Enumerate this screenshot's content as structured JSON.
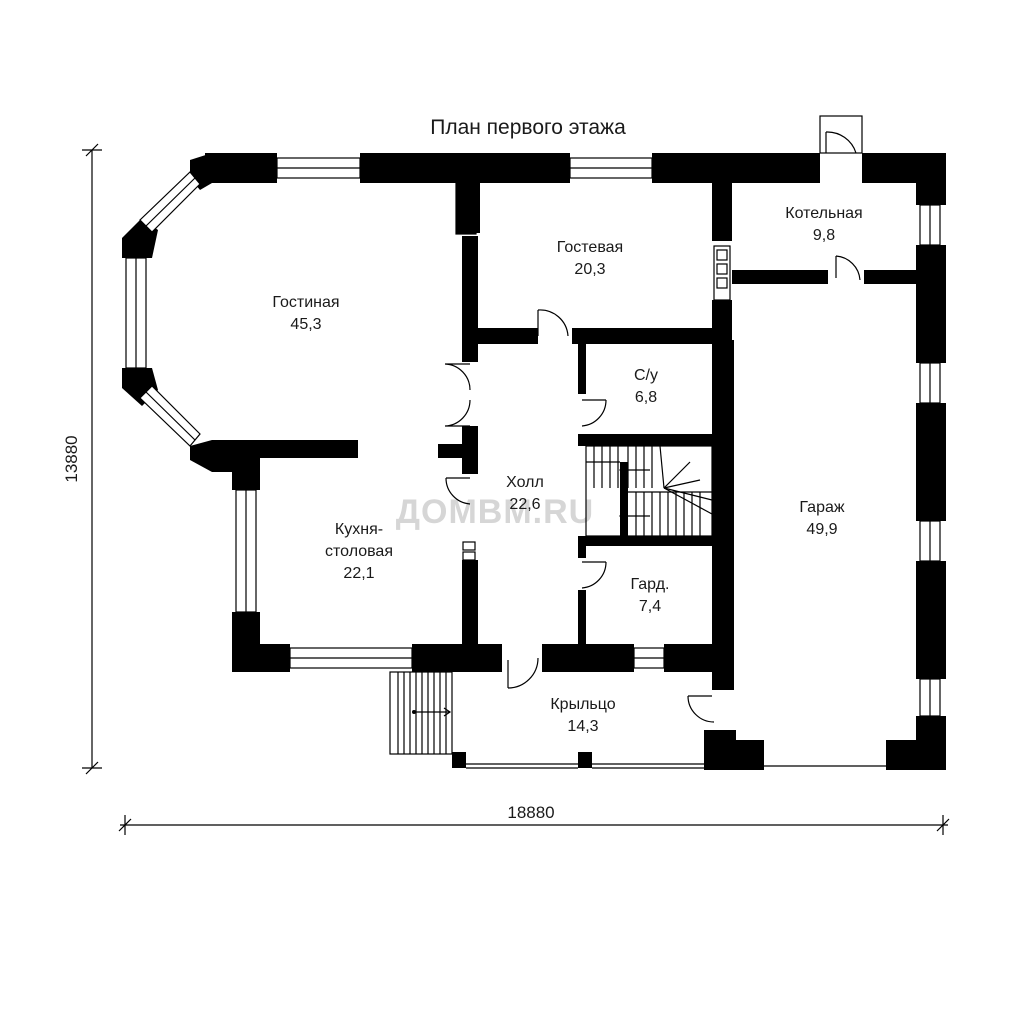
{
  "title": "План первого этажа",
  "watermark": "ДОМВМ.RU",
  "dimensions": {
    "width": "18880",
    "height": "13880"
  },
  "rooms": [
    {
      "name": "Гостиная",
      "area": "45,3"
    },
    {
      "name": "Гостевая",
      "area": "20,3"
    },
    {
      "name": "Котельная",
      "area": "9,8"
    },
    {
      "name": "С/у",
      "area": "6,8"
    },
    {
      "name": "Холл",
      "area": "22,6"
    },
    {
      "name": "Кухня-",
      "name2": "столовая",
      "area": "22,1"
    },
    {
      "name": "Гард.",
      "area": "7,4"
    },
    {
      "name": "Гараж",
      "area": "49,9"
    },
    {
      "name": "Крыльцо",
      "area": "14,3"
    }
  ]
}
